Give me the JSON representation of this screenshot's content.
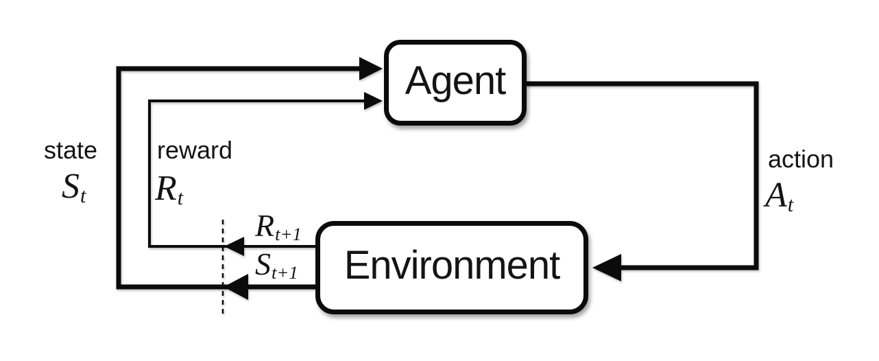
{
  "diagram": {
    "nodes": {
      "agent": {
        "label": "Agent"
      },
      "environment": {
        "label": "Environment"
      }
    },
    "edges": {
      "state": {
        "word": "state",
        "symbol": {
          "main": "S",
          "sub": "t"
        }
      },
      "reward": {
        "word": "reward",
        "symbol": {
          "main": "R",
          "sub": "t"
        }
      },
      "action": {
        "word": "action",
        "symbol": {
          "main": "A",
          "sub": "t"
        }
      },
      "next_reward": {
        "symbol": {
          "main": "R",
          "sub": "t+1"
        }
      },
      "next_state": {
        "symbol": {
          "main": "S",
          "sub": "t+1"
        }
      }
    },
    "colors": {
      "line": "#0b0b0b",
      "text": "#141414",
      "box_fill": "#ffffff",
      "background": "#ffffff"
    }
  }
}
